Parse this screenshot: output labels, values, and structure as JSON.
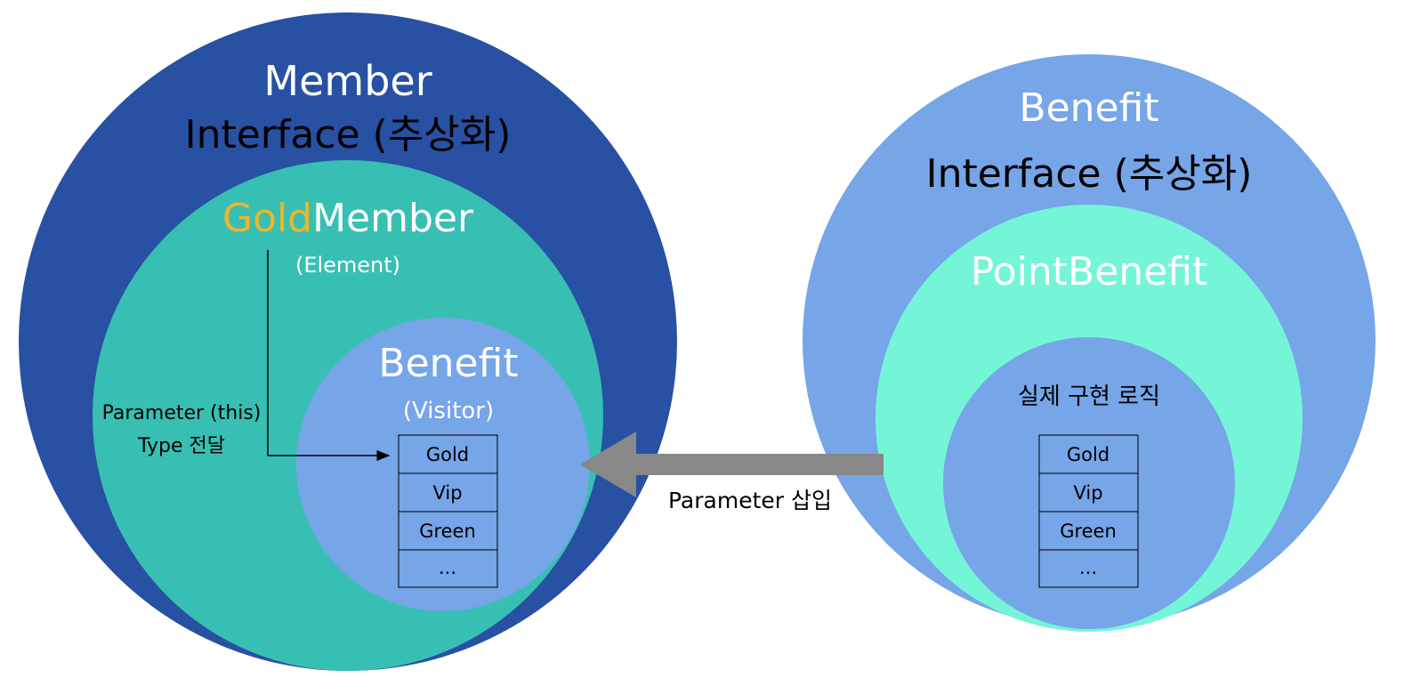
{
  "colors": {
    "member_outer": "#2850A3",
    "member_middle": "#38BFB3",
    "member_inner": "#76A5E8",
    "benefit_outer": "#76A5E8",
    "benefit_middle": "#75F5D8",
    "benefit_inner": "#76A5E8",
    "gold_text": "#F0B429",
    "arrow": "#888888"
  },
  "left": {
    "title_line1": "Member",
    "title_line2": "Interface (추상화)",
    "element_gold": "Gold",
    "element_member": "Member",
    "element_sub": "(Element)",
    "visitor_title": "Benefit",
    "visitor_sub": "(Visitor)",
    "param_line1": "Parameter (this)",
    "param_line2": "Type 전달",
    "table": [
      "Gold",
      "Vip",
      "Green",
      "..."
    ]
  },
  "right": {
    "title_line1": "Benefit",
    "title_line2": "Interface (추상화)",
    "concrete": "PointBenefit",
    "logic": "실제 구현 로직",
    "table": [
      "Gold",
      "Vip",
      "Green",
      "..."
    ]
  },
  "arrow_label": "Parameter 삽입"
}
